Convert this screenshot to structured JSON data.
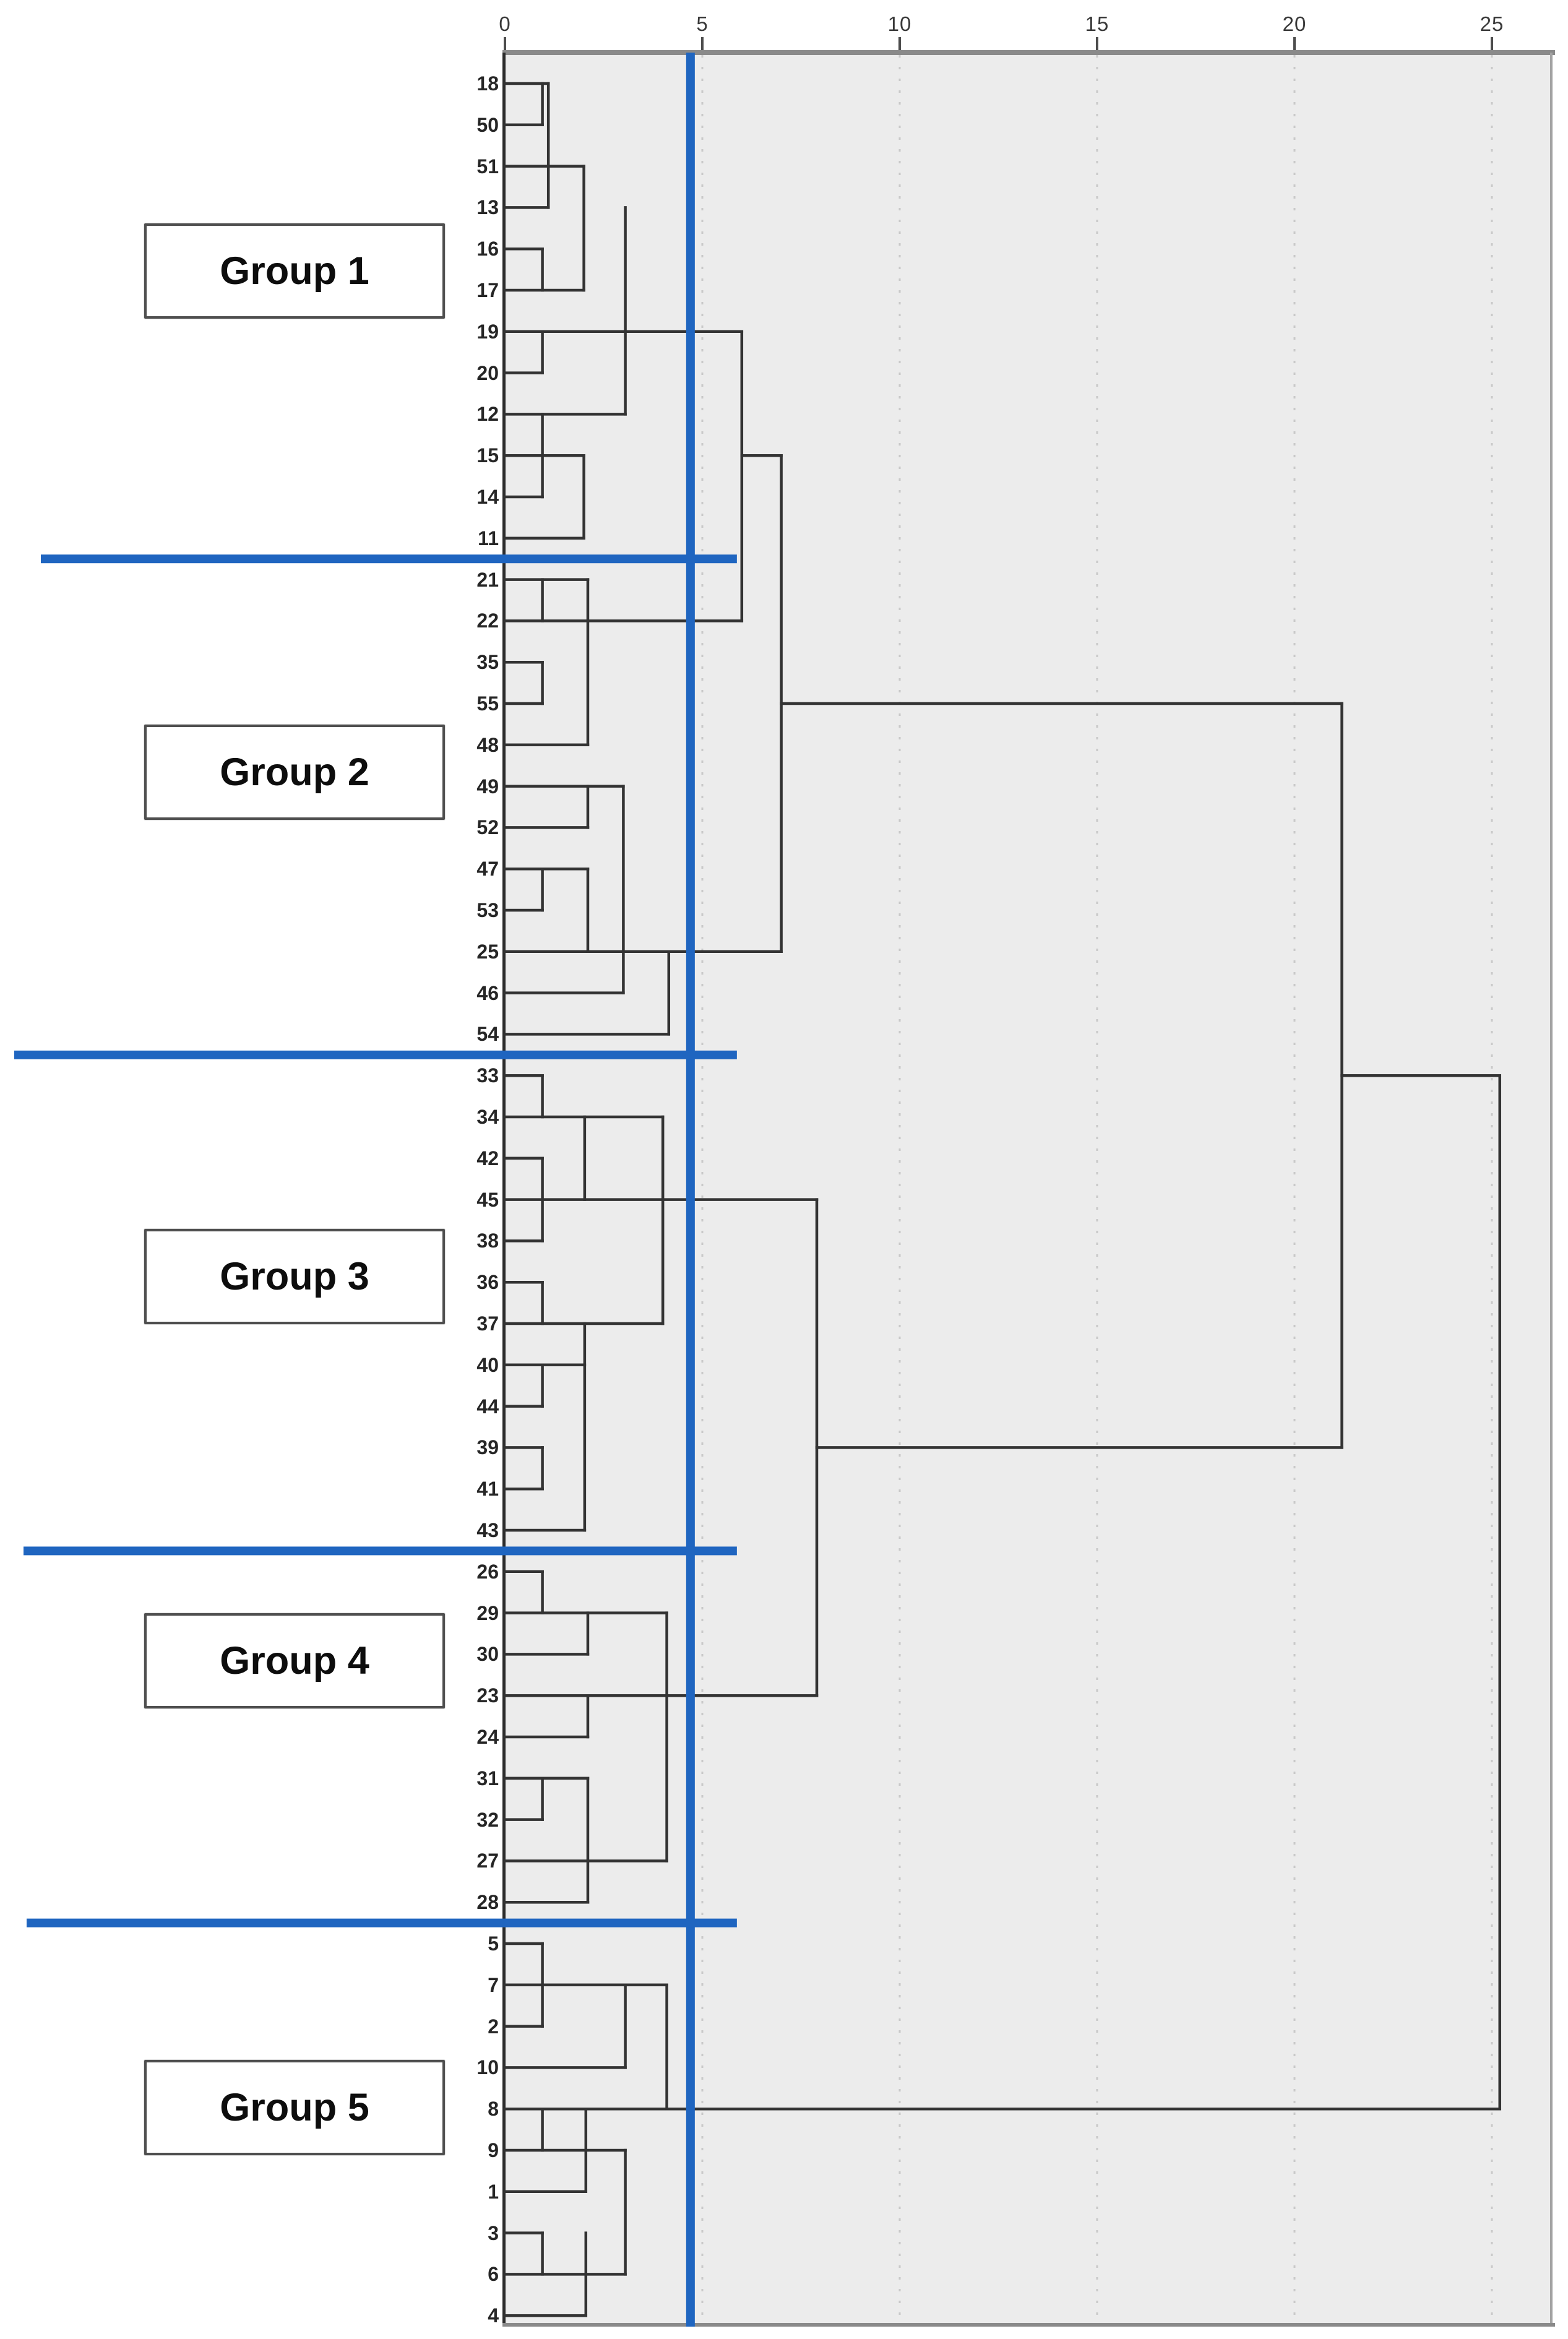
{
  "chart_data": {
    "type": "dendrogram",
    "orientation": "horizontal",
    "axis_position": "top",
    "x_axis": {
      "ticks": [
        "0",
        "5",
        "10",
        "15",
        "20",
        "25"
      ],
      "tick_values": [
        0,
        5,
        10,
        15,
        20,
        25
      ],
      "range": [
        0,
        26.5
      ],
      "gridline_values": [
        5,
        10,
        15,
        20,
        25
      ],
      "gridline_style": "dashed"
    },
    "leaves": [
      "18",
      "50",
      "51",
      "13",
      "16",
      "17",
      "19",
      "20",
      "12",
      "15",
      "14",
      "11",
      "21",
      "22",
      "35",
      "55",
      "48",
      "49",
      "52",
      "47",
      "53",
      "25",
      "46",
      "54",
      "33",
      "34",
      "42",
      "45",
      "38",
      "36",
      "37",
      "40",
      "44",
      "39",
      "41",
      "43",
      "26",
      "29",
      "30",
      "23",
      "24",
      "31",
      "32",
      "27",
      "28",
      "5",
      "7",
      "2",
      "10",
      "8",
      "9",
      "1",
      "3",
      "6",
      "4"
    ],
    "groups": [
      {
        "label": "Group 1",
        "leaves": [
          "18",
          "50",
          "51",
          "13",
          "16",
          "17",
          "19",
          "20",
          "12",
          "15",
          "14",
          "11"
        ],
        "label_row": 4.48
      },
      {
        "label": "Group 2",
        "leaves": [
          "21",
          "22",
          "35",
          "55",
          "48",
          "49",
          "52",
          "47",
          "53",
          "25",
          "46",
          "54"
        ],
        "label_row": 16.6
      },
      {
        "label": "Group 3",
        "leaves": [
          "33",
          "34",
          "42",
          "45",
          "38",
          "36",
          "37",
          "40",
          "44",
          "39",
          "41",
          "43"
        ],
        "label_row": 28.8
      },
      {
        "label": "Group 4",
        "leaves": [
          "26",
          "29",
          "30",
          "23",
          "24",
          "31",
          "32",
          "27",
          "28"
        ],
        "label_row": 38.1
      },
      {
        "label": "Group 5",
        "leaves": [
          "5",
          "7",
          "2",
          "10",
          "8",
          "9",
          "1",
          "3",
          "6",
          "4"
        ],
        "label_row": 48.9
      }
    ],
    "cut_line_x": 4.7,
    "separators_after_leaf_index": [
      11,
      23,
      35,
      44
    ],
    "segments": {
      "h": [
        [
          0,
          0,
          1.1
        ],
        [
          1,
          0,
          0.95
        ],
        [
          2,
          0,
          2.0
        ],
        [
          3,
          0,
          1.1
        ],
        [
          4,
          0,
          0.95
        ],
        [
          5,
          0,
          2.0
        ],
        [
          6,
          0,
          6.0
        ],
        [
          7,
          0,
          0.95
        ],
        [
          8,
          0,
          3.05
        ],
        [
          9,
          0,
          2.0
        ],
        [
          10,
          0,
          0.95
        ],
        [
          11,
          0,
          2.0
        ],
        [
          12,
          0,
          2.1
        ],
        [
          13,
          0,
          6.0
        ],
        [
          14,
          0,
          0.95
        ],
        [
          15,
          0,
          0.95
        ],
        [
          16,
          0,
          2.1
        ],
        [
          17,
          0,
          3.0
        ],
        [
          18,
          0,
          2.1
        ],
        [
          19,
          0,
          2.1
        ],
        [
          20,
          0,
          0.95
        ],
        [
          21,
          0,
          7.0
        ],
        [
          22,
          0,
          3.0
        ],
        [
          23,
          0,
          4.15
        ],
        [
          24,
          0,
          0.95
        ],
        [
          25,
          0,
          4.0
        ],
        [
          26,
          0,
          0.95
        ],
        [
          27,
          0,
          7.9
        ],
        [
          28,
          0,
          0.95
        ],
        [
          29,
          0,
          0.95
        ],
        [
          30,
          0,
          4.0
        ],
        [
          31,
          0,
          2.02
        ],
        [
          32,
          0,
          0.95
        ],
        [
          33,
          0,
          0.95
        ],
        [
          34,
          0,
          0.95
        ],
        [
          35,
          0,
          2.02
        ],
        [
          36,
          0,
          0.95
        ],
        [
          37,
          0,
          4.1
        ],
        [
          38,
          0,
          2.1
        ],
        [
          39,
          0,
          7.9
        ],
        [
          40,
          0,
          2.1
        ],
        [
          41,
          0,
          2.1
        ],
        [
          42,
          0,
          0.95
        ],
        [
          43,
          0,
          4.1
        ],
        [
          44,
          0,
          2.1
        ],
        [
          45,
          0,
          0.95
        ],
        [
          46,
          0,
          4.1
        ],
        [
          47,
          0,
          0.95
        ],
        [
          48,
          0,
          3.05
        ],
        [
          49,
          0,
          25.2
        ],
        [
          50,
          0,
          3.05
        ],
        [
          51,
          0,
          2.05
        ],
        [
          52,
          0,
          0.95
        ],
        [
          53,
          0,
          3.05
        ],
        [
          54,
          0,
          2.05
        ],
        [
          9,
          6.0,
          7.0
        ],
        [
          15,
          7.0,
          21.2
        ],
        [
          33,
          7.9,
          21.2
        ],
        [
          24,
          21.2,
          25.2
        ]
      ],
      "v": [
        [
          0.95,
          0,
          1
        ],
        [
          1.1,
          0,
          3
        ],
        [
          2.0,
          2,
          5
        ],
        [
          0.95,
          4,
          5
        ],
        [
          0.95,
          6,
          7
        ],
        [
          3.05,
          3,
          8
        ],
        [
          0.95,
          8,
          10
        ],
        [
          2.0,
          9,
          11
        ],
        [
          0.95,
          12,
          13
        ],
        [
          2.1,
          12,
          16
        ],
        [
          0.95,
          14,
          15
        ],
        [
          2.1,
          17,
          18
        ],
        [
          0.95,
          19,
          20
        ],
        [
          2.1,
          19,
          21
        ],
        [
          3.0,
          17,
          22
        ],
        [
          4.15,
          21,
          23
        ],
        [
          0.95,
          24,
          25
        ],
        [
          2.02,
          25,
          27
        ],
        [
          0.95,
          26,
          28
        ],
        [
          4.0,
          25,
          30
        ],
        [
          0.95,
          29,
          30
        ],
        [
          0.95,
          31,
          32
        ],
        [
          0.95,
          33,
          34
        ],
        [
          2.02,
          30,
          35
        ],
        [
          0.95,
          36,
          37
        ],
        [
          2.1,
          37,
          38
        ],
        [
          4.1,
          37,
          43
        ],
        [
          2.1,
          39,
          40
        ],
        [
          0.95,
          41,
          42
        ],
        [
          2.1,
          41,
          44
        ],
        [
          0.95,
          45,
          47
        ],
        [
          3.05,
          46,
          48
        ],
        [
          4.1,
          46,
          49
        ],
        [
          0.95,
          49,
          50
        ],
        [
          2.05,
          49,
          51
        ],
        [
          3.05,
          50,
          53
        ],
        [
          0.95,
          52,
          53
        ],
        [
          2.05,
          52,
          54
        ],
        [
          6.0,
          6,
          13
        ],
        [
          7.0,
          9,
          21
        ],
        [
          21.2,
          15,
          33
        ],
        [
          7.9,
          27,
          39
        ],
        [
          25.2,
          24,
          49
        ]
      ]
    },
    "colors": {
      "cut_line": "#1f65c0",
      "separator_line": "#1f65c0",
      "dendrogram_line": "#333333",
      "plot_background": "#ececec",
      "gridline": "#c9c9c9",
      "axis_line": "#8a8a8a",
      "plot_left_border": "#2b2b2b",
      "group_box_border": "#4f4f4f",
      "label_color": "#262626"
    }
  }
}
